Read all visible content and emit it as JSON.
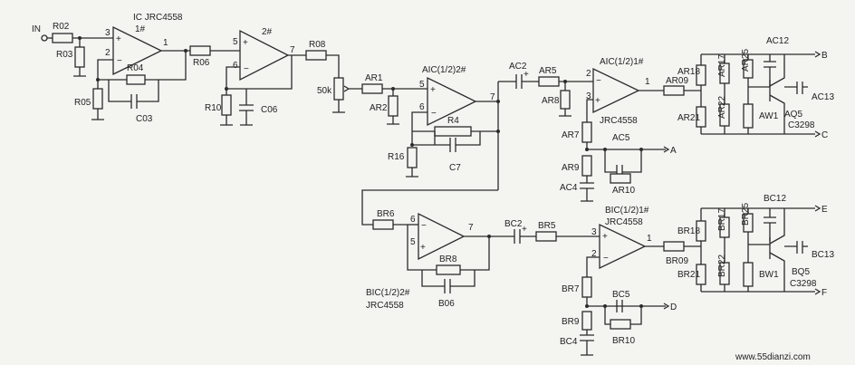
{
  "labels": {
    "in": "IN",
    "ic_main": "IC  JRC4558",
    "u1": "1#",
    "u2": "2#",
    "aic_u2": "AIC(1/2)2#",
    "aic_u1": "AIC(1/2)1#",
    "aic_part": "JRC4558",
    "bic_u1": "BIC(1/2)1#",
    "bic_part_top": "JRC4558",
    "bic_u2": "BIC(1/2)2#",
    "bic_part_bottom": "JRC4558",
    "pot": "50k",
    "out_a": "A",
    "out_b": "B",
    "out_c": "C",
    "out_d": "D",
    "out_e": "E",
    "out_f": "F",
    "aq5": "AQ5",
    "aq5_part": "C3298",
    "bq5": "BQ5",
    "bq5_part": "C3298",
    "watermark": "www.55dianzi.com"
  },
  "pins": {
    "p1": "1",
    "p2": "2",
    "p3": "3",
    "p5": "5",
    "p6": "6",
    "p7": "7"
  },
  "components": {
    "R02": "R02",
    "R03": "R03",
    "R04": "R04",
    "R05": "R05",
    "C03": "C03",
    "R06": "R06",
    "R10": "R10",
    "C06": "C06",
    "R08": "R08",
    "AR1": "AR1",
    "AR2": "AR2",
    "R4": "R4",
    "C7": "C7",
    "R16": "R16",
    "AC2": "AC2",
    "AR5": "AR5",
    "AR8": "AR8",
    "AR7": "AR7",
    "AR9": "AR9",
    "AC4": "AC4",
    "AC5": "AC5",
    "AR10": "AR10",
    "AR09": "AR09",
    "AR18": "AR18",
    "AR17": "AR17",
    "AR25": "AR25",
    "AC12": "AC12",
    "AR21": "AR21",
    "AR22": "AR22",
    "AW1": "AW1",
    "AC13": "AC13",
    "BR6": "BR6",
    "BR8": "BR8",
    "B06": "B06",
    "BC2": "BC2",
    "BR5": "BR5",
    "BR7": "BR7",
    "BR9": "BR9",
    "BC4": "BC4",
    "BC5": "BC5",
    "BR10": "BR10",
    "BR09": "BR09",
    "BR18": "BR18",
    "BR17": "BR17",
    "BR25": "BR25",
    "BC12": "BC12",
    "BR21": "BR21",
    "BR22": "BR22",
    "BW1": "BW1",
    "BC13": "BC13"
  }
}
